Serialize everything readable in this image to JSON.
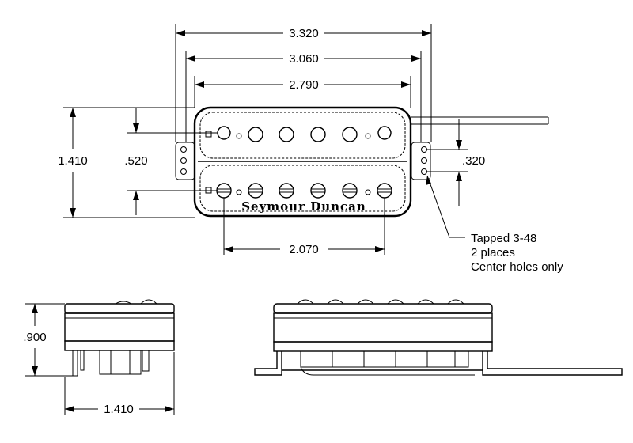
{
  "dimensions": {
    "overall_length": "3.320",
    "mounting_hole_spacing": "3.060",
    "body_length": "2.790",
    "pole_spacing": "2.070",
    "overall_width": "1.410",
    "coil_spacing": ".520",
    "mount_hole_offset": ".320",
    "height": ".900",
    "side_width": "1.410"
  },
  "note": {
    "line1": "Tapped 3-48",
    "line2": "2 places",
    "line3": "Center holes only"
  },
  "brand_text": "Seymour Duncan"
}
